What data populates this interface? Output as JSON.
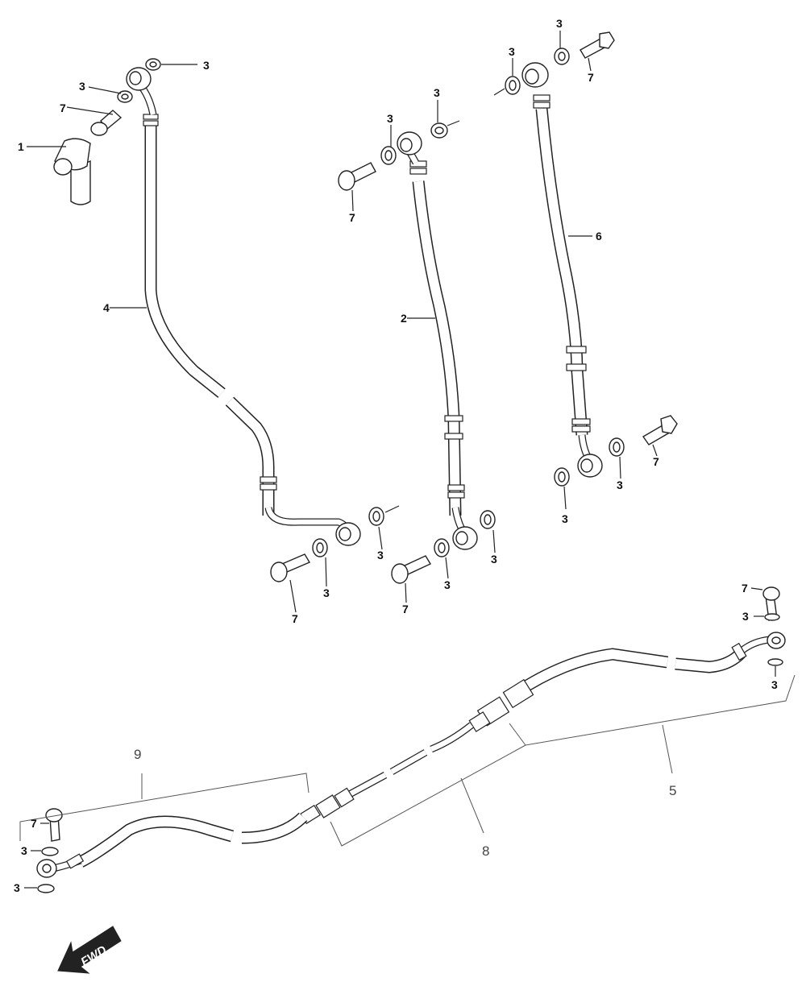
{
  "callouts": {
    "p1": "1",
    "p2": "2",
    "p3": "3",
    "p4": "4",
    "p5": "5",
    "p6": "6",
    "p7": "7",
    "p8": "8",
    "p9": "9"
  },
  "fwd_label": "FWD"
}
